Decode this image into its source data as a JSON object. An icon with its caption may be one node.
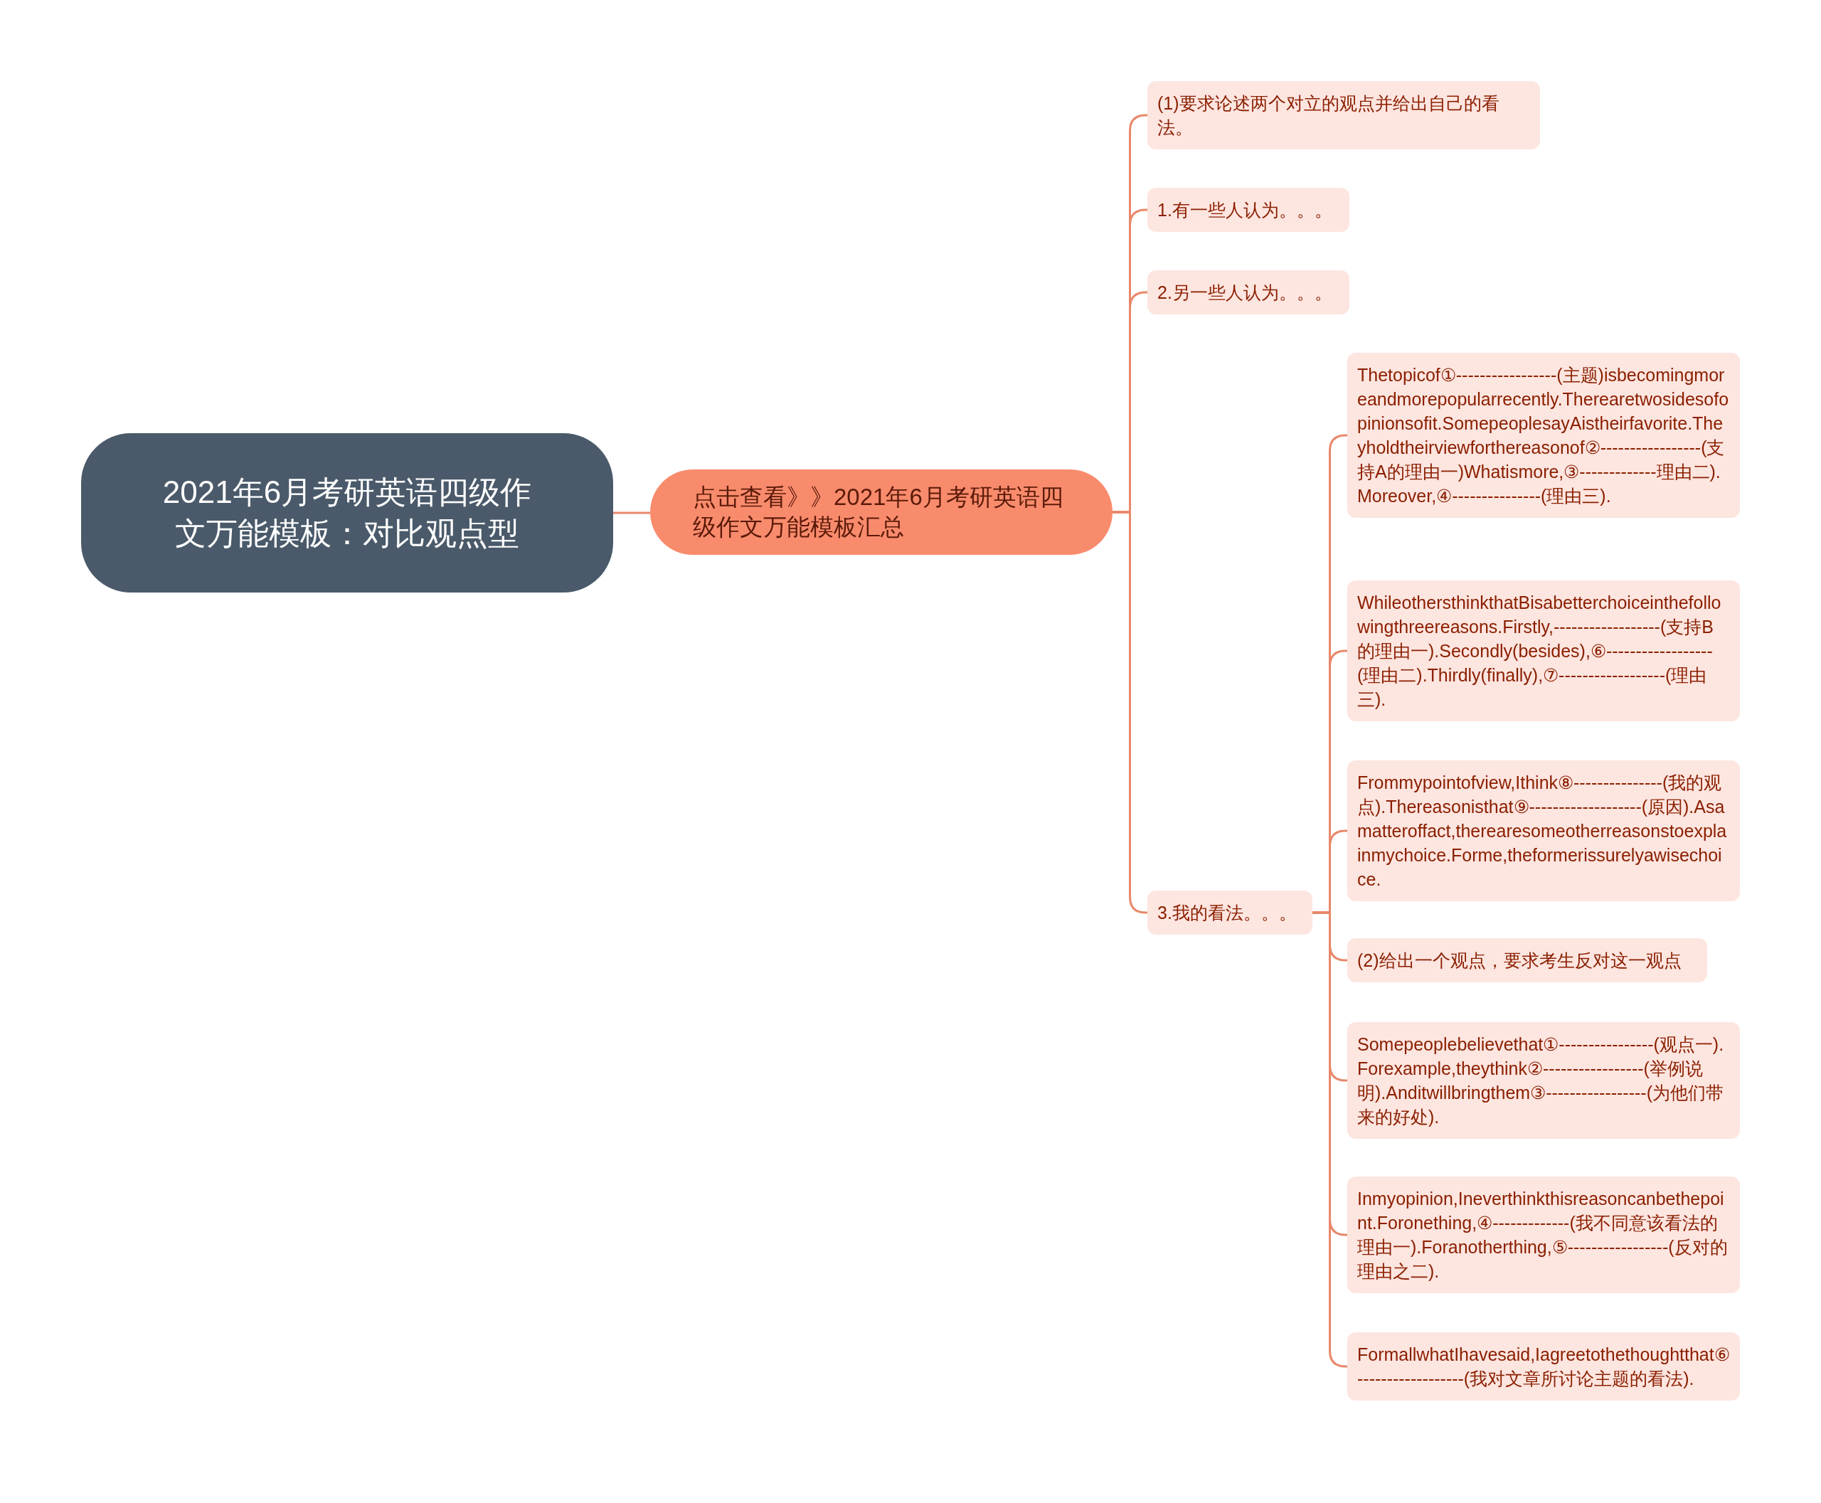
{
  "diagram": {
    "nodes": [
      {
        "text": [
          "2021年6月考研英语四级作文万能模板：对比观点型"
        ]
      },
      {
        "text": [
          "点击查看》》2021年6月考研英语四级作文万能模板汇总"
        ]
      },
      {
        "text": [
          "(1)要求论述两个对立的观点并给出自己的看法。"
        ]
      },
      {
        "text": [
          "1.有一些人认为。。。"
        ]
      },
      {
        "text": [
          "2.另一些人认为。。。"
        ]
      },
      {
        "text": [
          "3.我的看法。。。"
        ]
      },
      {
        "text": [
          "Thetopicof①-----------------(主题)isbecomingmoreandmorepopularrecently.Therearetwosidesofopinionsofit.SomepeoplesayAistheirfavorite.Theyholdtheirviewforthereasonof②-----------------(支持A的理由一)Whatismore,③-------------理由二).Moreover,④---------------(理由三)."
        ]
      },
      {
        "text": [
          "WhileothersthinkthatBisabetterchoiceinthefollowingthreereasons.Firstly,------------------(支持B的理由一).Secondly(besides),⑥------------------(理由二).Thirdly(finally),⑦------------------(理由三)."
        ]
      },
      {
        "text": [
          "Frommypointofview,Ithink⑧---------------(我的观点).Thereasonisthat⑨-------------------(原因).Asamatteroffact,therearesomeotherreasonstoexplainmychoice.Forme,theformerissurelyawisechoice."
        ]
      },
      {
        "text": [
          "(2)给出一个观点，要求考生反对这一观点"
        ]
      },
      {
        "text": [
          "Somepeoplebelievethat①----------------(观点一).Forexample,theythink②-----------------(举例说明).Anditwillbringthem③-----------------(为他们带来的好处)."
        ]
      },
      {
        "text": [
          "Inmyopinion,Ineverthinkthisreasoncanbethepoint.Foronething,④-------------(我不同意该看法的理由一).Foranotherthing,⑤-----------------(反对的理由之二)."
        ]
      },
      {
        "text": [
          "FormallwhatIhavesaid,Iagreetothethoughtthat⑥------------------(我对文章所讨论主题的看法)."
        ]
      }
    ],
    "edges": [
      {
        "from": 0,
        "to": 1,
        "arrow": "none"
      },
      {
        "from": 1,
        "to": 2,
        "arrow": "none"
      },
      {
        "from": 1,
        "to": 3,
        "arrow": "none"
      },
      {
        "from": 1,
        "to": 4,
        "arrow": "none"
      },
      {
        "from": 1,
        "to": 5,
        "arrow": "none"
      },
      {
        "from": 5,
        "to": 6,
        "arrow": "none"
      },
      {
        "from": 5,
        "to": 7,
        "arrow": "none"
      },
      {
        "from": 5,
        "to": 8,
        "arrow": "none"
      },
      {
        "from": 5,
        "to": 9,
        "arrow": "none"
      },
      {
        "from": 5,
        "to": 10,
        "arrow": "none"
      },
      {
        "from": 5,
        "to": 11,
        "arrow": "none"
      },
      {
        "from": 5,
        "to": 12,
        "arrow": "none"
      }
    ]
  }
}
